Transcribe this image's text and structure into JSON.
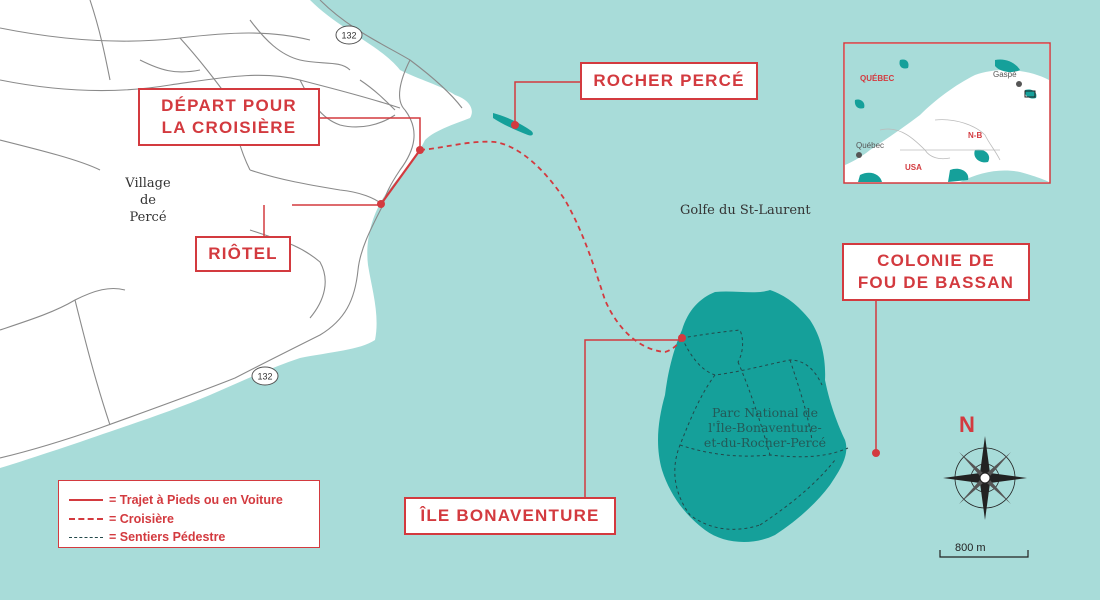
{
  "callouts": {
    "rocher_perce": "ROCHER PERCÉ",
    "depart_line1": "DÉPART POUR",
    "depart_line2": "LA CROISIÈRE",
    "riotel": "RIÔTEL",
    "colonie_line1": "COLONIE DE",
    "colonie_line2": "FOU DE BASSAN",
    "ile_bonaventure": "ÎLE BONAVENTURE"
  },
  "labels": {
    "village_line1": "Village",
    "village_line2": "de",
    "village_line3": "Percé",
    "golfe": "Golfe du St-Laurent",
    "parc_line1": "Parc National de",
    "parc_line2": "l'Île-Bonaventure-",
    "parc_line3": "et-du-Rocher-Percé"
  },
  "route_shields": [
    "132",
    "132"
  ],
  "legend": {
    "solid": "= Trajet à Pieds ou en Voiture",
    "dashed": "= Croisière",
    "trail": "= Sentiers Pédestre"
  },
  "inset": {
    "quebec_region": "QUÉBEC",
    "nb": "N-B",
    "usa": "USA",
    "gaspe": "Gaspé",
    "quebec_city": "Québec"
  },
  "compass": {
    "north": "N"
  },
  "scale": {
    "label": "800 m"
  },
  "colors": {
    "water": "#a8dcd9",
    "land": "#ffffff",
    "island": "#15a09a",
    "accent": "#d33a3f",
    "roads": "#8a8a8a"
  }
}
